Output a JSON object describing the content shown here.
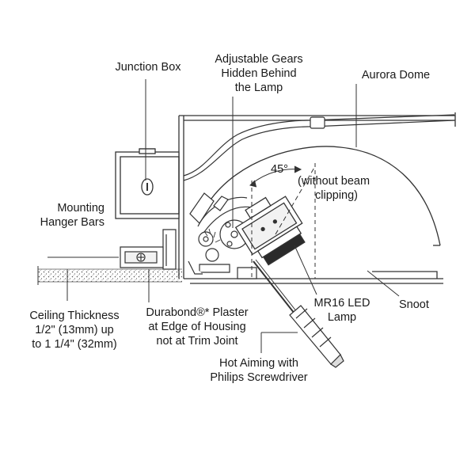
{
  "labels": {
    "junction_box": "Junction Box",
    "gears_l1": "Adjustable Gears",
    "gears_l2": "Hidden Behind",
    "gears_l3": "the Lamp",
    "dome": "Aurora Dome",
    "angle": "45°",
    "beam_l1": "(without beam",
    "beam_l2": "clipping)",
    "hanger_l1": "Mounting",
    "hanger_l2": "Hanger Bars",
    "mr16_l1": "MR16 LED",
    "mr16_l2": "Lamp",
    "snoot": "Snoot",
    "ceiling_l1": "Ceiling Thickness",
    "ceiling_l2": "1/2\" (13mm) up",
    "ceiling_l3": "to 1 1/4\" (32mm)",
    "plaster_l1": "Durabond®* Plaster",
    "plaster_l2": "at Edge of Housing",
    "plaster_l3": "not at Trim Joint",
    "aiming_l1": "Hot Aiming with",
    "aiming_l2": "Philips Screwdriver"
  },
  "colors": {
    "line": "#333333",
    "fill_light": "#f2f2f2",
    "fill_dark": "#2a2a2a",
    "stipple": "#555555"
  }
}
